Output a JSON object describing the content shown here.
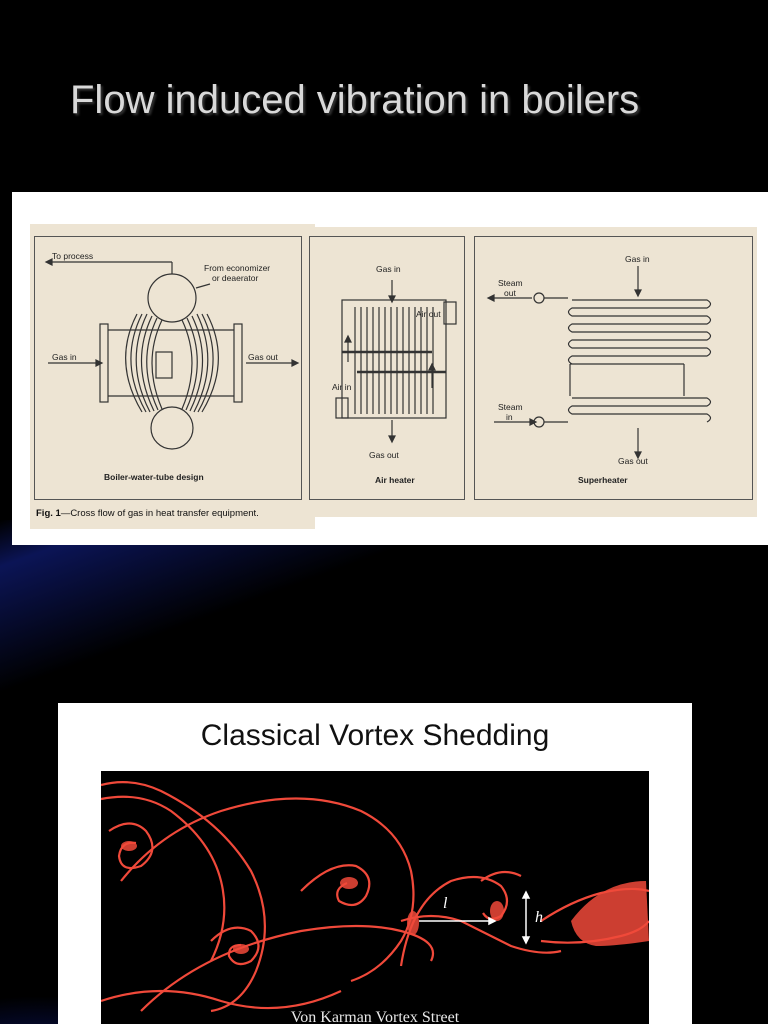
{
  "slide": {
    "title": "Flow induced vibration in boilers"
  },
  "figure1": {
    "caption_prefix": "Fig. 1",
    "caption_text": "—Cross flow of gas in heat transfer equipment.",
    "boiler": {
      "label": "Boiler-water-tube design",
      "to_process": "To process",
      "from_economizer_1": "From economizer",
      "from_economizer_2": "or deaerator",
      "gas_in": "Gas in",
      "gas_out": "Gas out"
    },
    "air_heater": {
      "label": "Air heater",
      "gas_in": "Gas in",
      "air_out": "Air out",
      "air_in": "Air in",
      "gas_out": "Gas out"
    },
    "superheater": {
      "label": "Superheater",
      "gas_in": "Gas in",
      "steam_out_1": "Steam",
      "steam_out_2": "out",
      "steam_in_1": "Steam",
      "steam_in_2": "in",
      "gas_out": "Gas out"
    }
  },
  "vortex": {
    "title": "Classical Vortex Shedding",
    "label_l": "l",
    "label_h": "h",
    "caption": "Von Karman Vortex Street"
  },
  "colors": {
    "vortex": "#f0493a",
    "background": "#000000",
    "title": "#d9d9d9"
  }
}
